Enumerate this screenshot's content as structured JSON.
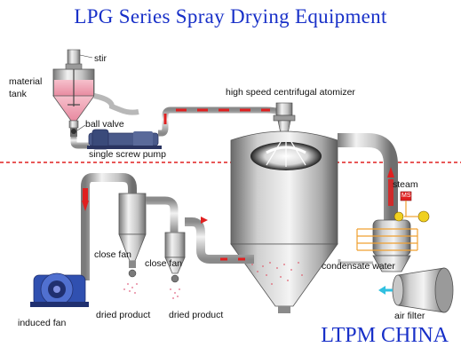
{
  "title": "LPG Series Spray Drying Equipment",
  "brand": "LTPM CHINA",
  "labels": {
    "stir": "stir",
    "material_tank_1": "material",
    "material_tank_2": "tank",
    "ball_valve": "ball valve",
    "single_screw_pump": "single screw pump",
    "atomizer": "high speed centrifugal atomizer",
    "steam": "steam",
    "ms_badge": "MS",
    "close_fan_left": "close fan",
    "close_fan_right": "close fan",
    "condensate_water": "condensate water",
    "induced_fan": "induced fan",
    "dried_product_left": "dried product",
    "dried_product_right": "dried product",
    "air_filter": "air filter"
  },
  "colors": {
    "title": "#1830c8",
    "brand": "#1830c8",
    "divider": "#e02020",
    "pipe_flow": "#e02020",
    "liquid": "#f0a0b0",
    "steel_light": "#e8e8e8",
    "steel_dark": "#8a8a8a",
    "pump": "#4a5a8a",
    "air_arrow": "#30c0e0",
    "heater": "#f0a030",
    "fan_blue": "#4060c0"
  }
}
